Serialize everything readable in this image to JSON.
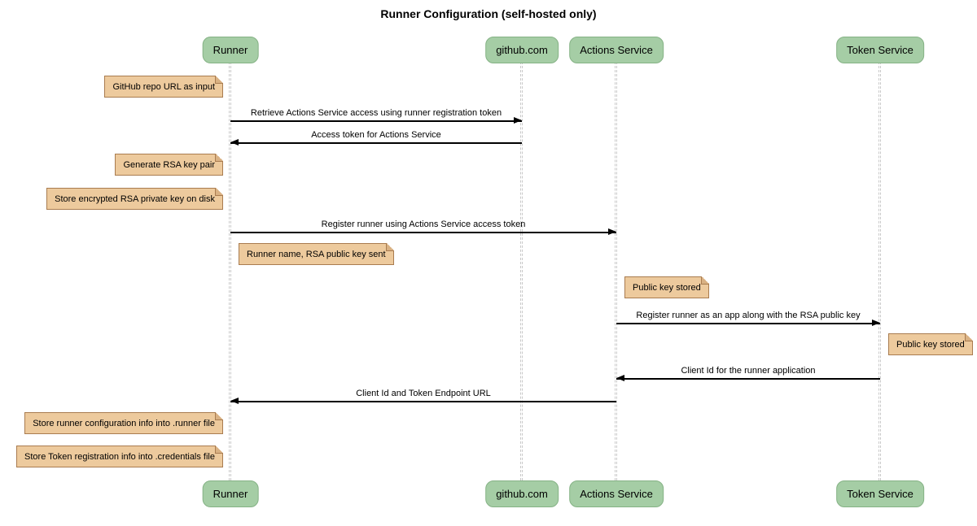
{
  "title": "Runner Configuration (self-hosted only)",
  "diagram": {
    "type": "sequence",
    "participants": [
      {
        "name": "Runner"
      },
      {
        "name": "github.com"
      },
      {
        "name": "Actions Service"
      },
      {
        "name": "Token Service"
      }
    ],
    "messages": [
      {
        "from": "Runner",
        "to": "github.com",
        "label": "Retrieve Actions Service access using runner registration token"
      },
      {
        "from": "github.com",
        "to": "Runner",
        "label": "Access token for Actions Service"
      },
      {
        "from": "Runner",
        "to": "Actions Service",
        "label": "Register runner using Actions Service access token"
      },
      {
        "from": "Actions Service",
        "to": "Token Service",
        "label": "Register runner as an app along with the RSA public key"
      },
      {
        "from": "Token Service",
        "to": "Actions Service",
        "label": "Client Id for the runner application"
      },
      {
        "from": "Actions Service",
        "to": "Runner",
        "label": "Client Id and Token Endpoint URL"
      }
    ],
    "notes": [
      {
        "position": "left of Runner",
        "text": "GitHub repo URL as input"
      },
      {
        "position": "left of Runner",
        "text": "Generate RSA key pair"
      },
      {
        "position": "left of Runner",
        "text": "Store encrypted RSA private key on disk"
      },
      {
        "position": "right of Runner",
        "text": "Runner name, RSA public key sent"
      },
      {
        "position": "right of Actions Service",
        "text": "Public key stored"
      },
      {
        "position": "right of Token Service",
        "text": "Public key stored"
      },
      {
        "position": "left of Runner",
        "text": "Store runner configuration info into .runner file"
      },
      {
        "position": "left of Runner",
        "text": "Store Token registration info into .credentials file"
      }
    ],
    "colors": {
      "participant_fill": "#A5CDA5",
      "participant_border": "#85B285",
      "note_fill": "#EDCA9D",
      "note_border": "#A97C50",
      "note_fold": "#D9B183",
      "lifeline": "#C9C9C9",
      "arrow": "#000000",
      "text": "#000000"
    }
  }
}
